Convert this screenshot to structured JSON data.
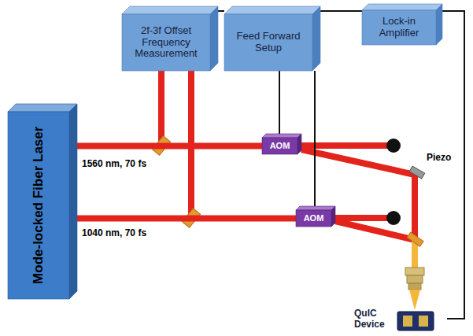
{
  "diagram": {
    "nodes": [
      {
        "text": [
          "2f-3f Offset Frequency Measurement"
        ]
      },
      {
        "text": [
          "Feed Forward Setup"
        ]
      },
      {
        "text": [
          "Lock-in Amplifier"
        ]
      },
      {
        "text": [
          "Mode-locked Fiber Laser"
        ]
      },
      {
        "text": [
          "AOM"
        ]
      },
      {
        "text": [
          "AOM"
        ]
      },
      {
        "text": [
          "QuIC Device"
        ]
      }
    ],
    "edges": [
      {
        "from": 0,
        "to": 1,
        "arrow": "none"
      },
      {
        "from": 1,
        "to": 2,
        "arrow": "none"
      },
      {
        "from": 2,
        "to": 6,
        "arrow": "none"
      },
      {
        "from": 1,
        "to": 4,
        "arrow": "none"
      },
      {
        "from": 1,
        "to": 5,
        "arrow": "none"
      },
      {
        "from": 3,
        "to": 4,
        "arrow": "none"
      },
      {
        "from": 3,
        "to": 5,
        "arrow": "none"
      }
    ],
    "labels": [
      "1560 nm, 70 fs",
      "1040 nm, 70 fs",
      "Piezo"
    ]
  }
}
